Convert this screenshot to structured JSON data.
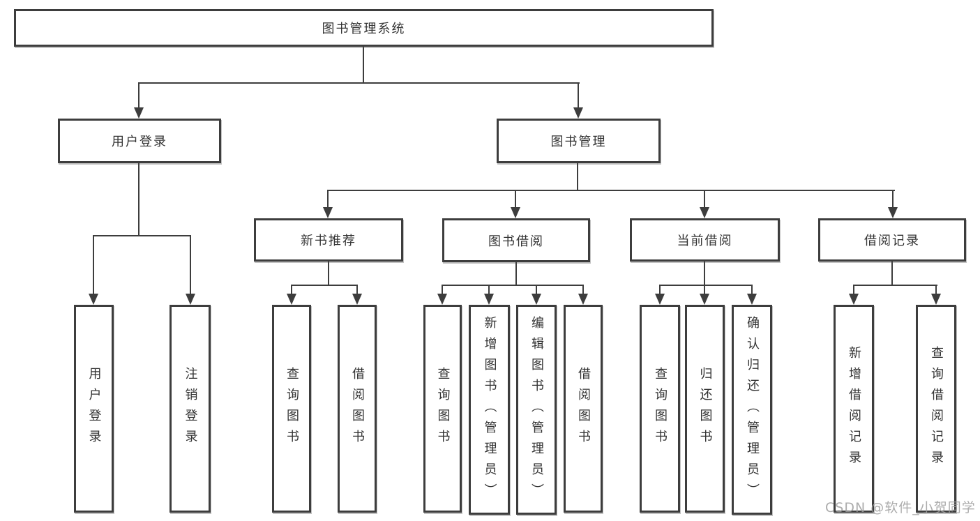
{
  "watermark": "CSDN @软件_小贺同学",
  "colors": {
    "line": "#3d3d3d",
    "text": "#333333",
    "box_fill": "#ffffff",
    "watermark": "#9e9e9e",
    "background": "#ffffff"
  },
  "diagram": {
    "type": "hierarchy-tree",
    "nodes": {
      "root": {
        "label": "图书管理系统"
      },
      "userLogin": {
        "label": "用户登录"
      },
      "bookMgmt": {
        "label": "图书管理"
      },
      "newBookRec": {
        "label": "新书推荐"
      },
      "bookBorrow": {
        "label": "图书借阅"
      },
      "currentBorrow": {
        "label": "当前借阅"
      },
      "borrowRecords": {
        "label": "借阅记录"
      },
      "leafUserLogin": {
        "label": "用户登录"
      },
      "leafLogout": {
        "label": "注销登录"
      },
      "recQueryBook": {
        "label": "查询图书"
      },
      "recBorrowBook": {
        "label": "借阅图书"
      },
      "bbQueryBook": {
        "label": "查询图书"
      },
      "bbAddBook": {
        "label": "新增图书（管理员）"
      },
      "bbEditBook": {
        "label": "编辑图书（管理员）"
      },
      "bbBorrowBook": {
        "label": "借阅图书"
      },
      "cbQueryBook": {
        "label": "查询图书"
      },
      "cbReturnBook": {
        "label": "归还图书"
      },
      "cbConfirmReturn": {
        "label": "确认归还（管理员）"
      },
      "brAddRecord": {
        "label": "新增借阅记录"
      },
      "brQueryRecord": {
        "label": "查询借阅记录"
      }
    },
    "edges": [
      [
        "root",
        "userLogin"
      ],
      [
        "root",
        "bookMgmt"
      ],
      [
        "userLogin",
        "leafUserLogin"
      ],
      [
        "userLogin",
        "leafLogout"
      ],
      [
        "bookMgmt",
        "newBookRec"
      ],
      [
        "bookMgmt",
        "bookBorrow"
      ],
      [
        "bookMgmt",
        "currentBorrow"
      ],
      [
        "bookMgmt",
        "borrowRecords"
      ],
      [
        "newBookRec",
        "recQueryBook"
      ],
      [
        "newBookRec",
        "recBorrowBook"
      ],
      [
        "bookBorrow",
        "bbQueryBook"
      ],
      [
        "bookBorrow",
        "bbAddBook"
      ],
      [
        "bookBorrow",
        "bbEditBook"
      ],
      [
        "bookBorrow",
        "bbBorrowBook"
      ],
      [
        "currentBorrow",
        "cbQueryBook"
      ],
      [
        "currentBorrow",
        "cbReturnBook"
      ],
      [
        "currentBorrow",
        "cbConfirmReturn"
      ],
      [
        "borrowRecords",
        "brAddRecord"
      ],
      [
        "borrowRecords",
        "brQueryRecord"
      ]
    ]
  }
}
